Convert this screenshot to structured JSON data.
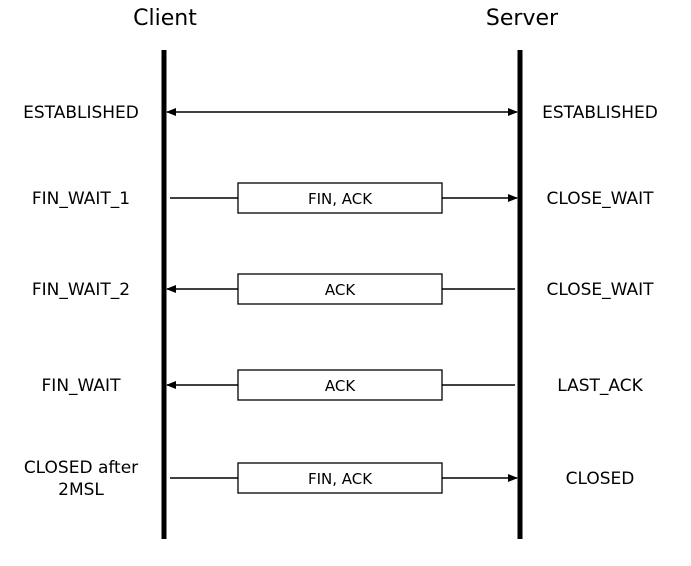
{
  "header": {
    "client_label": "Client",
    "server_label": "Server"
  },
  "steps": [
    {
      "client_state": "ESTABLISHED",
      "server_state": "ESTABLISHED",
      "message": "",
      "direction": "both"
    },
    {
      "client_state": "FIN_WAIT_1",
      "server_state": "CLOSE_WAIT",
      "message": "FIN, ACK",
      "direction": "to-server"
    },
    {
      "client_state": "FIN_WAIT_2",
      "server_state": "CLOSE_WAIT",
      "message": "ACK",
      "direction": "to-client"
    },
    {
      "client_state": "FIN_WAIT",
      "server_state": "LAST_ACK",
      "message": "ACK",
      "direction": "to-client"
    },
    {
      "client_state": [
        "CLOSED after",
        "2MSL"
      ],
      "server_state": "CLOSED",
      "message": "FIN, ACK",
      "direction": "to-server"
    }
  ],
  "colors": {
    "line": "#000000",
    "text": "#000000",
    "box_border": "#000000",
    "box_fill": "#ffffff"
  }
}
